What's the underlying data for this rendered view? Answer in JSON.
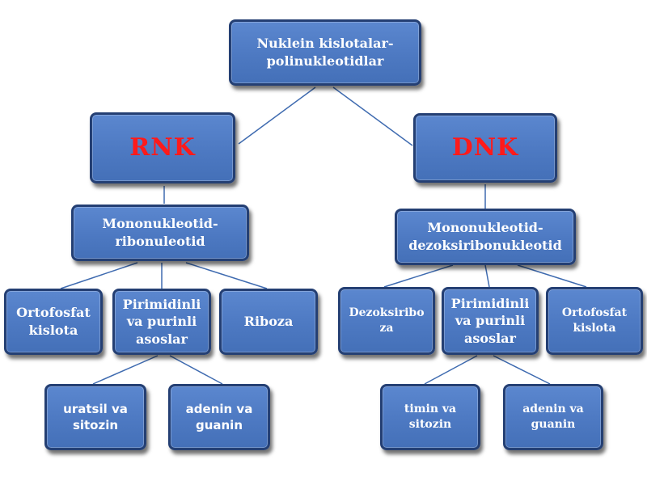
{
  "root": {
    "label": "Nuklein kislotalar-\npolinukleotidlar"
  },
  "rnk": {
    "label": "RNK",
    "mono": {
      "label": "Mononukleotid-\nribonuleotid"
    },
    "ortofosfat": {
      "label": "Ortofosfat\nkislota"
    },
    "pirimidinli": {
      "label": "Pirimidinli\nva purinli\nasoslar"
    },
    "riboza": {
      "label": "Riboza"
    },
    "uratsil": {
      "label": "uratsil va\nsitozin"
    },
    "adenin": {
      "label": "adenin va\nguanin"
    }
  },
  "dnk": {
    "label": "DNK",
    "mono": {
      "label": "Mononukleotid-\ndezoksiribonukleotid"
    },
    "dezoksiriboza": {
      "label": "Dezoksiribo\nza"
    },
    "pirimidinli": {
      "label": "Pirimidinli\nva purinli\nasoslar"
    },
    "ortofosfat": {
      "label": "Ortofosfat\nkislota"
    },
    "timin": {
      "label": "timin va\nsitozin"
    },
    "adenin": {
      "label": "adenin va\nguanin"
    }
  },
  "colors": {
    "node_fill": "#4d79c2",
    "node_border": "#243f73",
    "accent_text": "#ff1a1a",
    "connector": "#3f6bb0"
  }
}
